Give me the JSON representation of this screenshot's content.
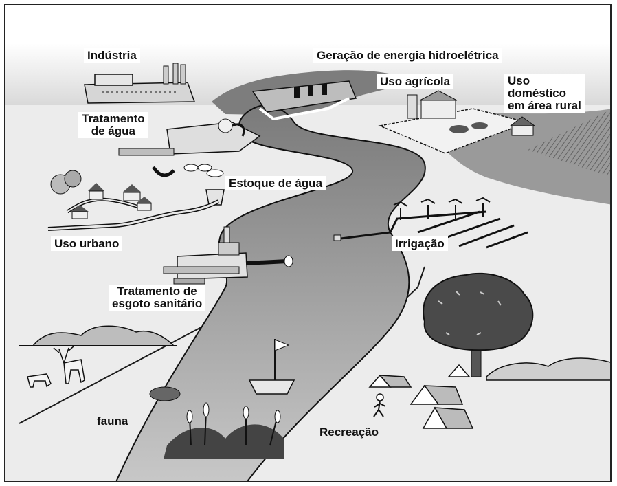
{
  "labels": {
    "industria": "Indústria",
    "hidroeletrica": "Geração de energia hidroelétrica",
    "uso_agricola": "Uso agrícola",
    "uso_domestico": [
      "Uso",
      "doméstico",
      "em área rural"
    ],
    "tratamento_agua": [
      "Tratamento",
      "de água"
    ],
    "estoque_agua": "Estoque de água",
    "uso_urbano": "Uso urbano",
    "irrigacao": "Irrigação",
    "tratamento_esgoto": [
      "Tratamento de",
      "esgoto sanitário"
    ],
    "fauna": "fauna",
    "recreacao": "Recreação"
  },
  "colors": {
    "river": "#a9a9a9",
    "land": "#e6e6e6",
    "hills": "#8c8c8c",
    "ink": "#1a1a1a"
  }
}
